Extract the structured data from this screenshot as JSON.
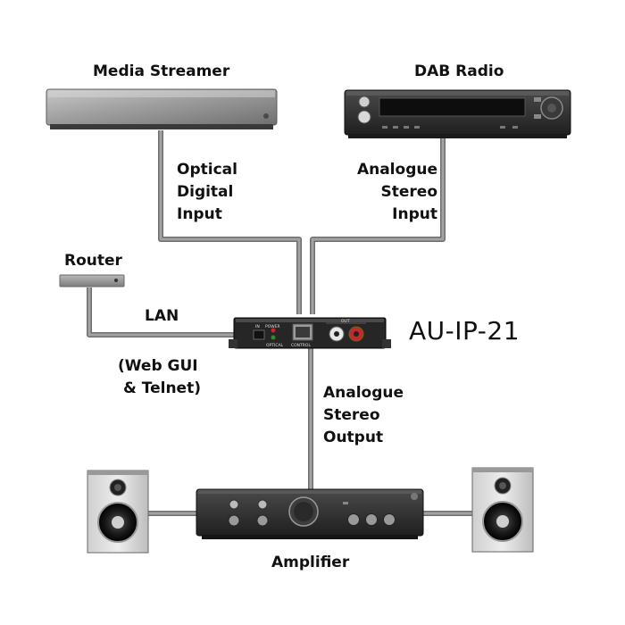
{
  "labels": {
    "media_streamer": "Media Streamer",
    "dab_radio": "DAB Radio",
    "optical_digital_input": [
      "Optical",
      "Digital",
      "Input"
    ],
    "analogue_stereo_input": [
      "Analogue",
      "Stereo",
      "Input"
    ],
    "router": "Router",
    "lan": "LAN",
    "web_gui": [
      "(Web GUI",
      "& Telnet)"
    ],
    "model": "AU-IP-21",
    "analogue_stereo_output": [
      "Analogue",
      "Stereo",
      "Output"
    ],
    "amplifier": "Amplifier"
  },
  "device_panel": {
    "in": "IN",
    "power": "POWER",
    "optical": "OPTICAL",
    "control": "CONTROL",
    "out": "OUT"
  },
  "colors": {
    "cable": "#8a8a8a",
    "cable_edge": "#6e6e6e",
    "dark_device": "#2a2a2a",
    "silver_device": "#a7a7a7"
  }
}
